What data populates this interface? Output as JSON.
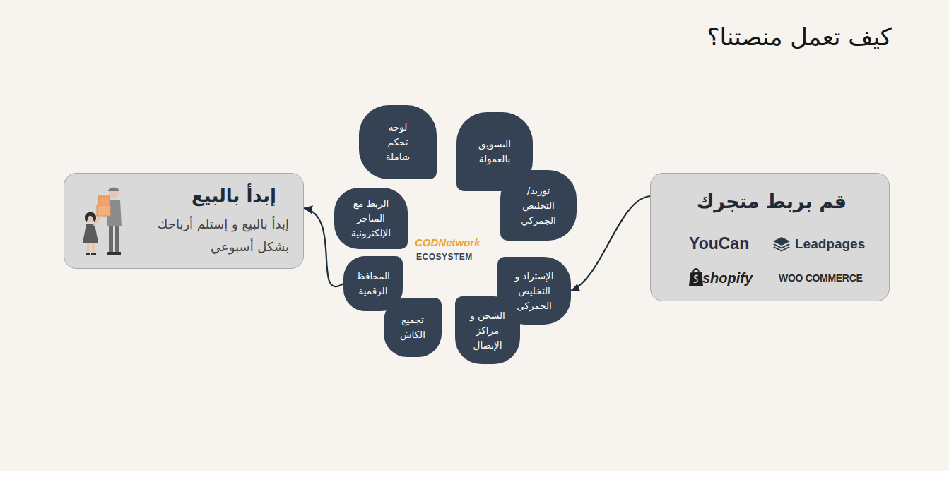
{
  "diagram": {
    "title": "كيف تعمل منصتنا؟",
    "nodes": [
      {
        "text": [
          "قم بربط متجرك",
          "YouCan",
          "Leadpages",
          "shopify",
          "WOO COMMERCE"
        ]
      },
      {
        "text": [
          "لوحة تحكم شاملة"
        ]
      },
      {
        "text": [
          "التسويق بالعمولة"
        ]
      },
      {
        "text": [
          "توريد/ التخليص الجمركي"
        ]
      },
      {
        "text": [
          "الإستراد و التخليص الجمركي"
        ]
      },
      {
        "text": [
          "الشحن و مراكز الإتصال"
        ]
      },
      {
        "text": [
          "تجميع الكاش"
        ]
      },
      {
        "text": [
          "المحافظ الرقمية"
        ]
      },
      {
        "text": [
          "الربط مع المتاجر الإلكترونية"
        ]
      },
      {
        "text": [
          "إبدأ بالبيع",
          "إبدأ بالبيع و إستلم أرباحك بشكل أسبوعي"
        ]
      }
    ],
    "edges": [
      {
        "from": 0,
        "to": 4,
        "arrow": "to"
      },
      {
        "from": 7,
        "to": 9,
        "arrow": "to"
      }
    ],
    "labels": [
      "CODNetwork",
      "ECOSYSTEM"
    ]
  }
}
